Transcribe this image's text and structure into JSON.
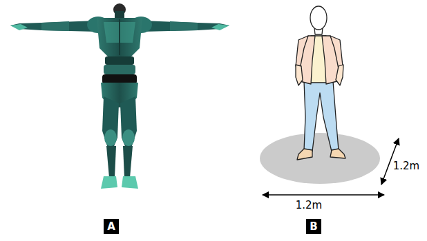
{
  "diagram": {
    "nodes": [
      {
        "text": [
          "A"
        ]
      },
      {
        "text": [
          "B"
        ]
      }
    ],
    "labels": [
      "1.2m",
      "1.2m"
    ]
  }
}
